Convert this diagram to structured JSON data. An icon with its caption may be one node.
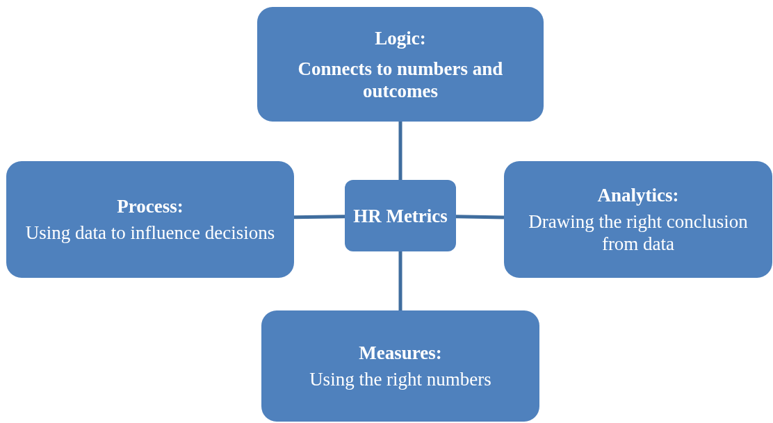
{
  "diagram": {
    "nodes": [
      {
        "text": [
          "Logic:",
          "Connects to numbers and outcomes"
        ]
      },
      {
        "text": [
          "Process:",
          "Using data to influence decisions"
        ]
      },
      {
        "text": [
          "HR Metrics"
        ]
      },
      {
        "text": [
          "Analytics:",
          "Drawing the right conclusion from data"
        ]
      },
      {
        "text": [
          "Measures:",
          "Using the right numbers"
        ]
      }
    ],
    "edges": [
      {
        "from": 2,
        "to": 0,
        "arrow": "none"
      },
      {
        "from": 2,
        "to": 1,
        "arrow": "none"
      },
      {
        "from": 2,
        "to": 3,
        "arrow": "none"
      },
      {
        "from": 2,
        "to": 4,
        "arrow": "none"
      }
    ]
  }
}
